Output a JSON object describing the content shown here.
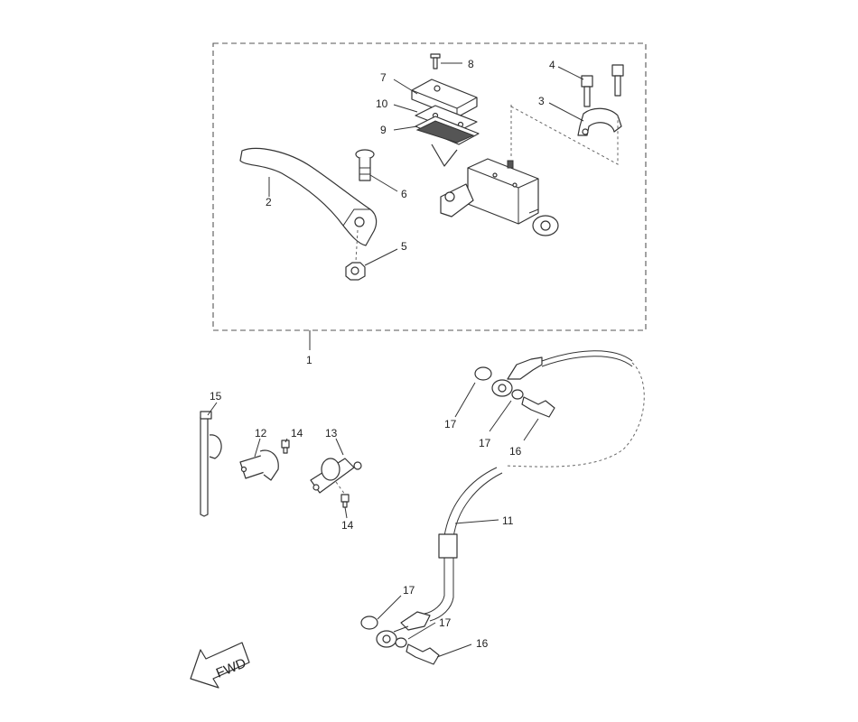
{
  "callouts": {
    "c1": "1",
    "c2": "2",
    "c3": "3",
    "c4": "4",
    "c5": "5",
    "c6": "6",
    "c7": "7",
    "c8": "8",
    "c9": "9",
    "c10": "10",
    "c11": "11",
    "c12": "12",
    "c13": "13",
    "c14a": "14",
    "c14b": "14",
    "c15": "15",
    "c16a": "16",
    "c16b": "16",
    "c17a": "17",
    "c17b": "17",
    "c17c": "17",
    "c17d": "17"
  },
  "fwd_label": "FWD",
  "icons": {
    "fwd": "forward-arrow-icon"
  }
}
